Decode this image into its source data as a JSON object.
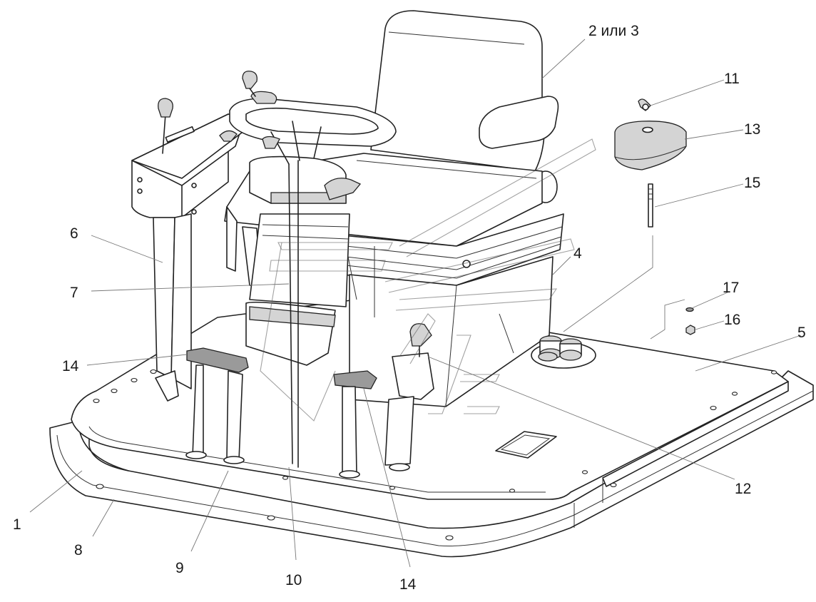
{
  "callouts": [
    {
      "id": "c-1",
      "text": "1"
    },
    {
      "id": "c-2or3",
      "text": "2 или 3"
    },
    {
      "id": "c-4",
      "text": "4"
    },
    {
      "id": "c-5",
      "text": "5"
    },
    {
      "id": "c-6",
      "text": "6"
    },
    {
      "id": "c-7",
      "text": "7"
    },
    {
      "id": "c-8",
      "text": "8"
    },
    {
      "id": "c-9",
      "text": "9"
    },
    {
      "id": "c-10",
      "text": "10"
    },
    {
      "id": "c-11",
      "text": "11"
    },
    {
      "id": "c-12",
      "text": "12"
    },
    {
      "id": "c-13",
      "text": "13"
    },
    {
      "id": "c-14a",
      "text": "14"
    },
    {
      "id": "c-14b",
      "text": "14"
    },
    {
      "id": "c-15",
      "text": "15"
    },
    {
      "id": "c-16",
      "text": "16"
    },
    {
      "id": "c-17",
      "text": "17"
    }
  ]
}
